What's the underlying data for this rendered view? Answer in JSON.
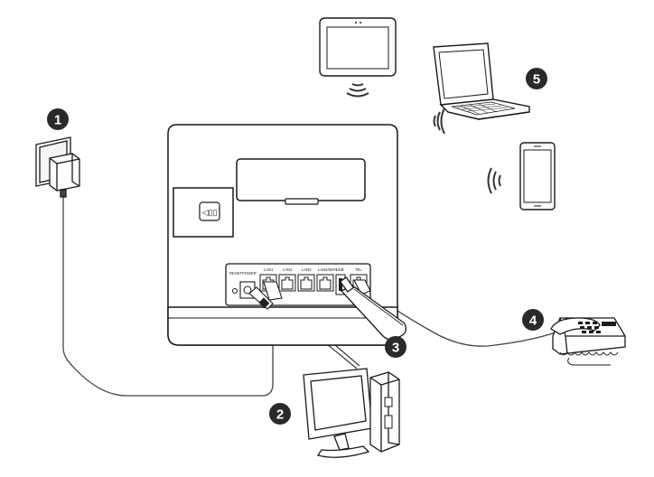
{
  "router": {
    "ports": {
      "reset": "RESET",
      "power": "POWER",
      "lan1": "LAN1",
      "lan2": "LAN2",
      "lan3": "LAN3",
      "lan4_wan": "LAN4/WAN",
      "usb": "USB",
      "tel": "TEL"
    }
  },
  "callouts": {
    "power_adapter": "1",
    "computer": "2",
    "usb_storage": "3",
    "telephone": "4",
    "wireless_devices": "5"
  },
  "colors": {
    "line": "#1a1a1a",
    "device_body": "#ffffff",
    "router_dark": "#2b2b2b",
    "callout_badge": "#2a2a2a",
    "cable": "#444444"
  }
}
